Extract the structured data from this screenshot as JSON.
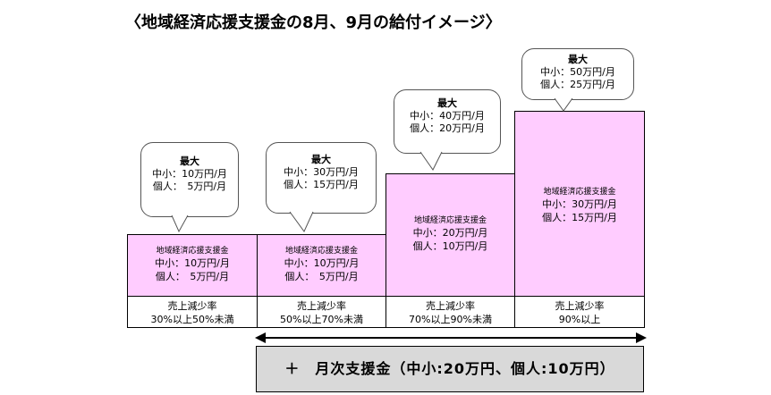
{
  "title": "〈地域経済応援支援金の8月、9月の給付イメージ〉",
  "columns": [
    {
      "sub_title": "地域経済応援支援金",
      "line1": "中小：10万円/月",
      "line2": "個人：　5万円/月",
      "bubble": {
        "head": "最大",
        "line1": "中小：10万円/月",
        "line2": "個人：　5万円/月"
      },
      "label": {
        "line1": "売上減少率",
        "line2": "30%以上50%未満"
      }
    },
    {
      "sub_title": "地域経済応援支援金",
      "line1": "中小：10万円/月",
      "line2": "個人：　5万円/月",
      "bubble": {
        "head": "最大",
        "line1": "中小：30万円/月",
        "line2": "個人：15万円/月"
      },
      "label": {
        "line1": "売上減少率",
        "line2": "50%以上70%未満"
      }
    },
    {
      "sub_title": "地域経済応援支援金",
      "line1": "中小：20万円/月",
      "line2": "個人：10万円/月",
      "bubble": {
        "head": "最大",
        "line1": "中小：40万円/月",
        "line2": "個人：20万円/月"
      },
      "label": {
        "line1": "売上減少率",
        "line2": "70%以上90%未満"
      }
    },
    {
      "sub_title": "地域経済応援支援金",
      "line1": "中小：30万円/月",
      "line2": "個人：15万円/月",
      "bubble": {
        "head": "最大",
        "line1": "中小：50万円/月",
        "line2": "個人：25万円/月"
      },
      "label": {
        "line1": "売上減少率",
        "line2": "90%以上"
      }
    }
  ],
  "bottom_box": "＋　月次支援金（中小:20万円、個人:10万円）",
  "colors": {
    "column_fill": "#ffccff",
    "bottom_fill": "#d9d9d9"
  }
}
